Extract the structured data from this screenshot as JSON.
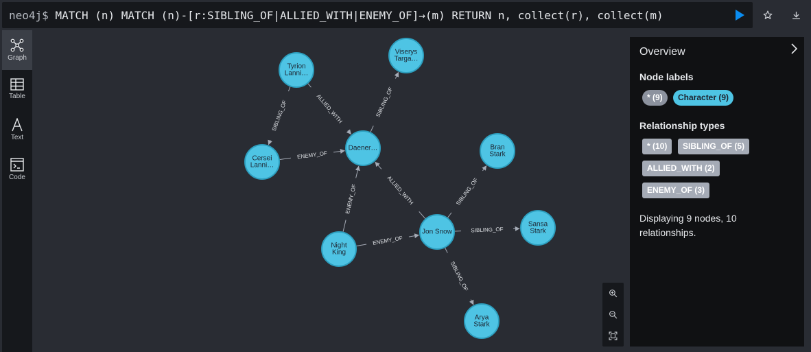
{
  "colors": {
    "accent": "#0a8cf0",
    "node": "#4ec4e4",
    "node_stroke": "#2d9fbf",
    "label_pill": "#8c929e",
    "character_pill": "#4ec4e4",
    "rel_pill": "#a5abb6"
  },
  "query_bar": {
    "prompt": "neo4j$",
    "query": "MATCH (n) MATCH (n)-[r:SIBLING_OF|ALLIED_WITH|ENEMY_OF]→(m) RETURN n, collect(r), collect(m)",
    "run_icon": "play-icon",
    "favorite_icon": "star-icon",
    "download_icon": "download-icon"
  },
  "sidebar": {
    "items": [
      {
        "label": "Graph",
        "icon": "graph-icon",
        "active": true
      },
      {
        "label": "Table",
        "icon": "table-icon",
        "active": false
      },
      {
        "label": "Text",
        "icon": "text-icon",
        "active": false
      },
      {
        "label": "Code",
        "icon": "code-icon",
        "active": false
      }
    ]
  },
  "graph": {
    "nodes": [
      {
        "id": "tyrion",
        "lines": [
          "Tyrion",
          "Lanni…"
        ]
      },
      {
        "id": "viserys",
        "lines": [
          "Viserys",
          "Targa…"
        ]
      },
      {
        "id": "cersei",
        "lines": [
          "Cersei",
          "Lanni…"
        ]
      },
      {
        "id": "daenerys",
        "lines": [
          "Daener…"
        ]
      },
      {
        "id": "bran",
        "lines": [
          "Bran",
          "Stark"
        ]
      },
      {
        "id": "jon",
        "lines": [
          "Jon Snow"
        ]
      },
      {
        "id": "sansa",
        "lines": [
          "Sansa",
          "Stark"
        ]
      },
      {
        "id": "nightking",
        "lines": [
          "Night",
          "King"
        ]
      },
      {
        "id": "arya",
        "lines": [
          "Arya",
          "Stark"
        ]
      }
    ],
    "edges": [
      {
        "from": "tyrion",
        "to": "cersei",
        "type": "SIBLING_OF"
      },
      {
        "from": "tyrion",
        "to": "daenerys",
        "type": "ALLIED_WITH"
      },
      {
        "from": "daenerys",
        "to": "viserys",
        "type": "SIBLING_OF"
      },
      {
        "from": "cersei",
        "to": "daenerys",
        "type": "ENEMY_OF"
      },
      {
        "from": "nightking",
        "to": "daenerys",
        "type": "ENEMY_OF"
      },
      {
        "from": "jon",
        "to": "daenerys",
        "type": "ALLIED_WITH"
      },
      {
        "from": "jon",
        "to": "bran",
        "type": "SIBLING_OF"
      },
      {
        "from": "jon",
        "to": "sansa",
        "type": "SIBLING_OF"
      },
      {
        "from": "jon",
        "to": "arya",
        "type": "SIBLING_OF"
      },
      {
        "from": "nightking",
        "to": "jon",
        "type": "ENEMY_OF"
      }
    ]
  },
  "zoom": {
    "in_icon": "zoom-in-icon",
    "out_icon": "zoom-out-icon",
    "fit_icon": "fit-screen-icon"
  },
  "overview": {
    "title": "Overview",
    "node_labels_heading": "Node labels",
    "node_labels": [
      "* (9)",
      "Character (9)"
    ],
    "rel_types_heading": "Relationship types",
    "rel_types": [
      "* (10)",
      "SIBLING_OF (5)",
      "ALLIED_WITH (2)",
      "ENEMY_OF (3)"
    ],
    "summary": "Displaying 9 nodes, 10 relationships.",
    "collapse_icon": "chevron-right-icon"
  }
}
